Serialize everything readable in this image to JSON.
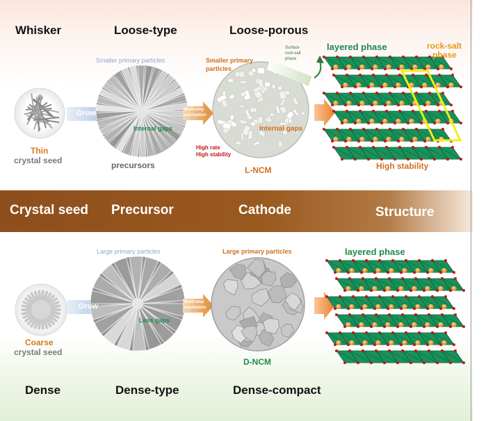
{
  "headings": {
    "whisker": "Whisker",
    "loose_type": "Loose-type",
    "loose_porous": "Loose-porous",
    "dense": "Dense",
    "dense_type": "Dense-type",
    "dense_compact": "Dense-compact"
  },
  "band": {
    "crystal_seed": "Crystal seed",
    "precursor": "Precursor",
    "cathode": "Cathode",
    "structure": "Structure"
  },
  "top_row": {
    "seed_label_1": "Thin",
    "seed_label_2": "crystal seed",
    "grow": "Grow",
    "primary_particles": "Smaller primary particles",
    "internal_gaps": "Internal gaps",
    "precursors": "precursors",
    "calcination_1": "Multi-step",
    "calcination_2": "calcination",
    "cathode_particles_1": "Smaller primary",
    "cathode_particles_2": "particles",
    "surface_1": "Surface",
    "surface_2": "rock-salt",
    "surface_3": "phase",
    "cathode_gaps": "Internal gaps",
    "high_rate": "High rate",
    "high_stability_small": "High stability",
    "cathode_name": "L-NCM",
    "layered_phase": "layered phase",
    "rock_salt_1": "rock-salt",
    "rock_salt_2": "phase",
    "high_stability": "High stability"
  },
  "bottom_row": {
    "seed_label_1": "Coarse",
    "seed_label_2": "crystal seed",
    "grow": "Grow",
    "primary_particles": "Large primary particles",
    "less_gaps": "Less gaps",
    "calcination_1": "Multi-step",
    "calcination_2": "calcination",
    "cathode_particles": "Large primary particles",
    "cathode_name": "D-NCM",
    "layered_phase": "layered phase"
  },
  "colors": {
    "band_brown": "#99591f",
    "accent_orange": "#d9781e",
    "green_label": "#1f8a4c",
    "octa_green": "#18925a",
    "red_label": "#c0151b",
    "blue_label": "#8fa8cf",
    "highlight_yellow": "#f2ee1a"
  }
}
